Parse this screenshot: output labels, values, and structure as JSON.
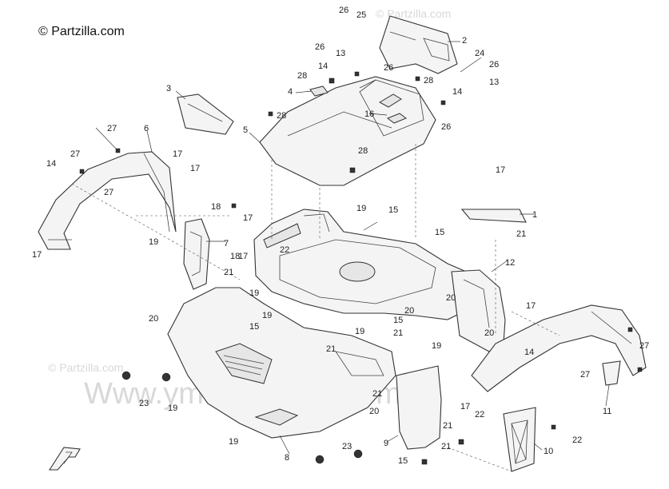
{
  "copyright": "© Partzilla.com",
  "watermarks": [
    "© Partzilla.com",
    "© Partzilla.com",
    "Www.ymee-Sports.com"
  ],
  "callouts": {
    "c1": "1",
    "c2": "2",
    "c3": "3",
    "c4": "4",
    "c5": "5",
    "c6": "6",
    "c7": "7",
    "c8": "8",
    "c9": "9",
    "c10": "10",
    "c11": "11",
    "c12": "12",
    "c13a": "13",
    "c13b": "13",
    "c14a": "14",
    "c14b": "14",
    "c14c": "14",
    "c14d": "14",
    "c15a": "15",
    "c15b": "15",
    "c15c": "15",
    "c15d": "15",
    "c15e": "15",
    "c16": "16",
    "c17a": "17",
    "c17b": "17",
    "c17c": "17",
    "c17d": "17",
    "c17e": "17",
    "c17f": "17",
    "c17g": "17",
    "c17h": "17",
    "c18a": "18",
    "c18b": "18",
    "c19a": "19",
    "c19b": "19",
    "c19c": "19",
    "c19d": "19",
    "c19e": "19",
    "c19f": "19",
    "c19g": "19",
    "c19h": "19",
    "c20a": "20",
    "c20b": "20",
    "c20c": "20",
    "c20d": "20",
    "c20e": "20",
    "c21a": "21",
    "c21b": "21",
    "c21c": "21",
    "c21d": "21",
    "c21e": "21",
    "c21f": "21",
    "c21g": "21",
    "c22a": "22",
    "c22b": "22",
    "c22c": "22",
    "c23a": "23",
    "c23b": "23",
    "c24": "24",
    "c25": "25",
    "c26a": "26",
    "c26b": "26",
    "c26c": "26",
    "c26d": "26",
    "c26e": "26",
    "c27a": "27",
    "c27b": "27",
    "c27c": "27",
    "c27d": "27",
    "c27e": "27",
    "c28a": "28",
    "c28b": "28",
    "c28c": "28",
    "c28d": "28"
  }
}
